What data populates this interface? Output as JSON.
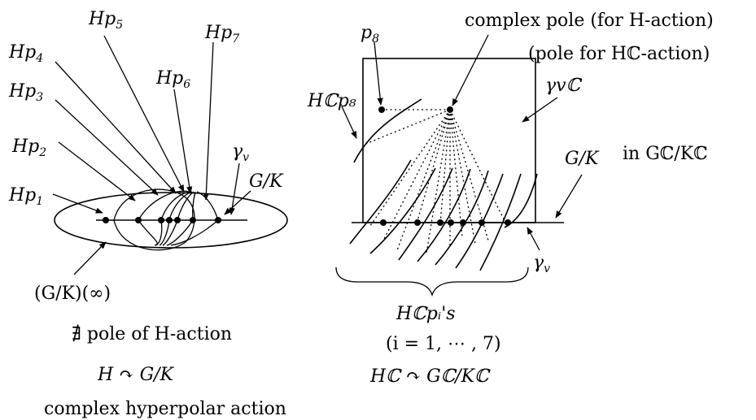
{
  "left": {
    "orbit_labels": [
      {
        "base": "Hp",
        "sub": "1"
      },
      {
        "base": "Hp",
        "sub": "2"
      },
      {
        "base": "Hp",
        "sub": "3"
      },
      {
        "base": "Hp",
        "sub": "4"
      },
      {
        "base": "Hp",
        "sub": "5"
      },
      {
        "base": "Hp",
        "sub": "6"
      },
      {
        "base": "Hp",
        "sub": "7"
      }
    ],
    "gamma": {
      "base": "γ",
      "sub": "v"
    },
    "space": "G/K",
    "boundary": "(G/K)(∞)",
    "no_pole": "∄  pole of H-action",
    "action": "H ↷ G/K",
    "caption": "complex hyperpolar action"
  },
  "right": {
    "p8": {
      "base": "p",
      "sub": "8"
    },
    "complex_pole": "complex pole (for H-action)",
    "pole_for": "(pole for Hℂ-action)",
    "hc_p8": "Hℂp₈",
    "gamma_c": "γvℂ",
    "in_space": "in Gℂ/Kℂ",
    "space": "G/K",
    "gamma": {
      "base": "γ",
      "sub": "v"
    },
    "orbits": "Hℂpᵢ's",
    "range": "(i = 1, ⋯ , 7)",
    "action": "Hℂ ↷ Gℂ/Kℂ"
  }
}
